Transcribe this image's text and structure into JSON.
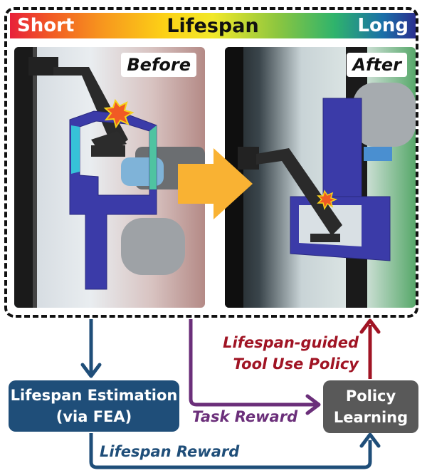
{
  "lifespan_bar": {
    "left_label": "Short",
    "title": "Lifespan",
    "right_label": "Long"
  },
  "panels": {
    "before_label": "Before",
    "after_label": "After"
  },
  "boxes": {
    "estimation_line1": "Lifespan Estimation",
    "estimation_line2": "(via FEA)",
    "policy_line1": "Policy",
    "policy_line2": "Learning"
  },
  "labels": {
    "guided_line1": "Lifespan-guided",
    "guided_line2": "Tool Use Policy",
    "task_reward": "Task Reward",
    "lifespan_reward": "Lifespan Reward"
  },
  "colors": {
    "estimation_box": "#1f4e79",
    "policy_box": "#595959",
    "guided_arrow": "#a01424",
    "task_arrow": "#6b2f7a",
    "lifespan_arrow": "#1f4e79",
    "transition_arrow": "#f9b233",
    "tool_mesh": "#3b3ba8"
  }
}
